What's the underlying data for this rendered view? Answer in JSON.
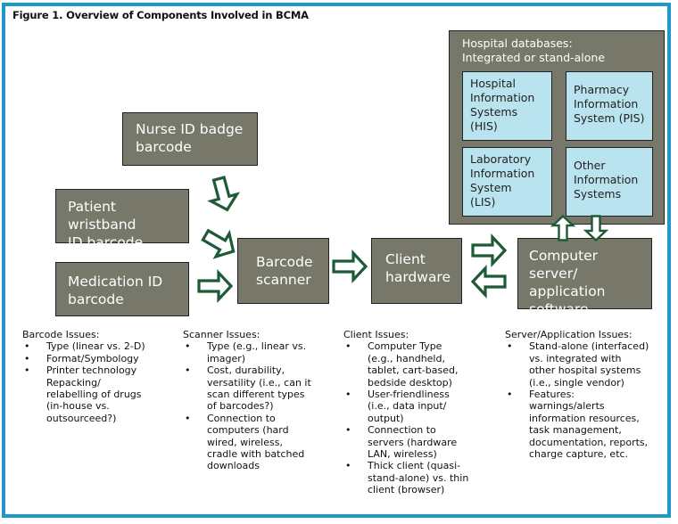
{
  "figure": {
    "title": "Figure 1. Overview of Components Involved in BCMA",
    "frame_color": "#1f97c9",
    "box_color": "#77776a",
    "db_box_color": "#b9e3ee",
    "arrow_color": "#1d5a36"
  },
  "nodes": {
    "nurse": "Nurse ID badge\nbarcode",
    "patient": "Patient wristband\nID barcode",
    "medication": "Medication  ID\nbarcode",
    "scanner": "Barcode\nscanner",
    "client": "Client\nhardware",
    "server": "Computer server/\napplication\nsoftware"
  },
  "databases": {
    "title": "Hospital databases:\nIntegrated or stand-alone",
    "items": [
      "Hospital\nInformation\nSystems\n(HIS)",
      "Pharmacy\nInformation\nSystem (PIS)",
      "Laboratory\nInformation\nSystem\n(LIS)",
      "Other\nInformation\nSystems"
    ]
  },
  "issues": {
    "barcode": {
      "heading": "Barcode Issues:",
      "bullets": [
        "Type (linear vs. 2-D)",
        "Format/Symbology",
        "Printer technology"
      ],
      "continuation": "Repacking/\nrelabelling of drugs\n(in-house vs.\noutsourceed?)"
    },
    "scanner": {
      "heading": "Scanner Issues:",
      "bullets": [
        "Type (e.g., linear vs.\nimager)",
        "Cost, durability,\nversatility (i.e., can it\nscan different types\nof barcodes?)",
        "Connection to\ncomputers (hard\nwired, wireless,\ncradle with batched\ndownloads"
      ]
    },
    "client": {
      "heading": "Client Issues:",
      "bullets": [
        "Computer Type\n(e.g., handheld,\ntablet, cart-based,\nbedside desktop)",
        "User-friendliness\n(i.e., data input/\noutput)",
        "Connection to\nservers (hardware\nLAN, wireless)",
        "Thick client (quasi-\nstand-alone) vs. thin\nclient (browser)"
      ]
    },
    "server": {
      "heading": "Server/Application Issues:",
      "bullets": [
        "Stand-alone (interfaced)\nvs. integrated with\nother hospital systems\n(i.e., single vendor)",
        "Features:\nwarnings/alerts\ninformation resources,\ntask management,\ndocumentation, reports,\ncharge capture, etc."
      ]
    }
  }
}
